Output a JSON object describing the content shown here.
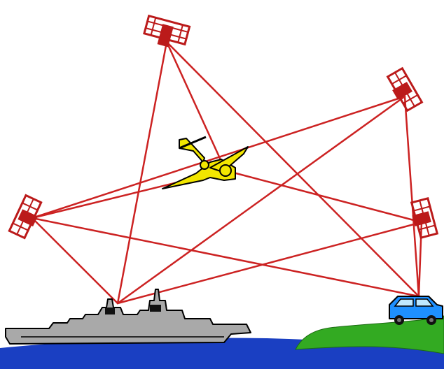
{
  "diagram": {
    "elements": {
      "satellites": [
        {
          "id": "sat-top",
          "icon": "satellite-icon"
        },
        {
          "id": "sat-top-right",
          "icon": "satellite-icon"
        },
        {
          "id": "sat-left",
          "icon": "satellite-icon"
        },
        {
          "id": "sat-right",
          "icon": "satellite-icon"
        }
      ],
      "aircraft": {
        "icon": "airplane-icon",
        "color": "#f2e600"
      },
      "ship": {
        "icon": "warship-icon",
        "color": "#a9a9a9"
      },
      "vehicle": {
        "icon": "car-icon",
        "color": "#1e90ff"
      },
      "land": {
        "icon": "terrain-icon",
        "color": "#33aa22"
      },
      "sea": {
        "icon": "water-icon",
        "color": "#1a3fc2"
      }
    },
    "links": [
      [
        "sat-top",
        "ship"
      ],
      [
        "sat-top",
        "vehicle"
      ],
      [
        "sat-top",
        "aircraft"
      ],
      [
        "sat-top-right",
        "ship"
      ],
      [
        "sat-top-right",
        "vehicle"
      ],
      [
        "sat-top-right",
        "sat-left"
      ],
      [
        "sat-left",
        "ship"
      ],
      [
        "sat-left",
        "vehicle"
      ],
      [
        "sat-left",
        "aircraft"
      ],
      [
        "sat-right",
        "ship"
      ],
      [
        "sat-right",
        "vehicle"
      ],
      [
        "sat-right",
        "aircraft"
      ]
    ],
    "colors": {
      "link": "#cc2222",
      "satellite": "#bb1a1a",
      "background": "#ffffff"
    }
  }
}
